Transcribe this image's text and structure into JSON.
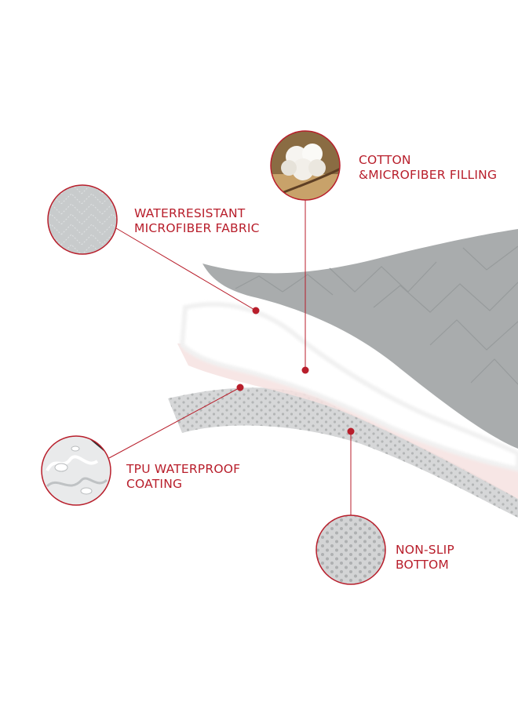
{
  "colors": {
    "accent": "#b81e2b",
    "fabric": "#a9acad",
    "fabric_dark": "#969a9b",
    "filling": "#ffffff",
    "tpu": "#f7e3e2",
    "bottom": "#d5d6d7",
    "dots": "#b3b5b6",
    "cotton_bg": "#8a6c43"
  },
  "callouts": {
    "cotton": {
      "line1": "COTTON",
      "line2": "&MICROFIBER FILLING",
      "icon": "cotton-boll-icon"
    },
    "fabric": {
      "line1": "WATERRESISTANT",
      "line2": "MICROFIBER FABRIC",
      "icon": "quilted-fabric-icon"
    },
    "tpu": {
      "line1": "TPU WATERPROOF",
      "line2": "COATING",
      "icon": "water-splash-icon"
    },
    "nonslip": {
      "line1": "NON-SLIP",
      "line2": "BOTTOM",
      "icon": "dotted-grip-icon"
    }
  }
}
